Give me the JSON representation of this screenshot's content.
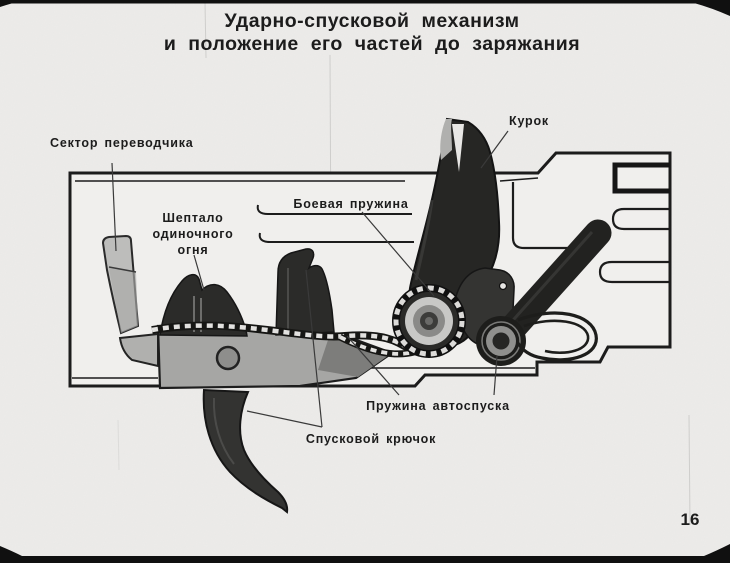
{
  "slide": {
    "title_line1": "Ударно-спусковой механизм",
    "title_line2": "и положение его частей до заряжания",
    "page_number": "16"
  },
  "labels": {
    "selector_sector": "Сектор переводчика",
    "single_fire_sear_line1": "Шептало",
    "single_fire_sear_line2": "одиночного",
    "single_fire_sear_line3": "огня",
    "mainspring": "Боевая пружина",
    "hammer": "Курок",
    "autosear_spring": "Пружина автоспуска",
    "trigger": "Спусковой крючок"
  },
  "icons": {
    "frame_marks": "filmstrip-frame-edges"
  },
  "colors": {
    "film_background": "#edecea",
    "ink": "#1c1c1c",
    "metal_dark": "#282826",
    "metal_gray": "#a6a6a4",
    "metal_light": "#bdbdbb",
    "frame_border": "#101010"
  }
}
